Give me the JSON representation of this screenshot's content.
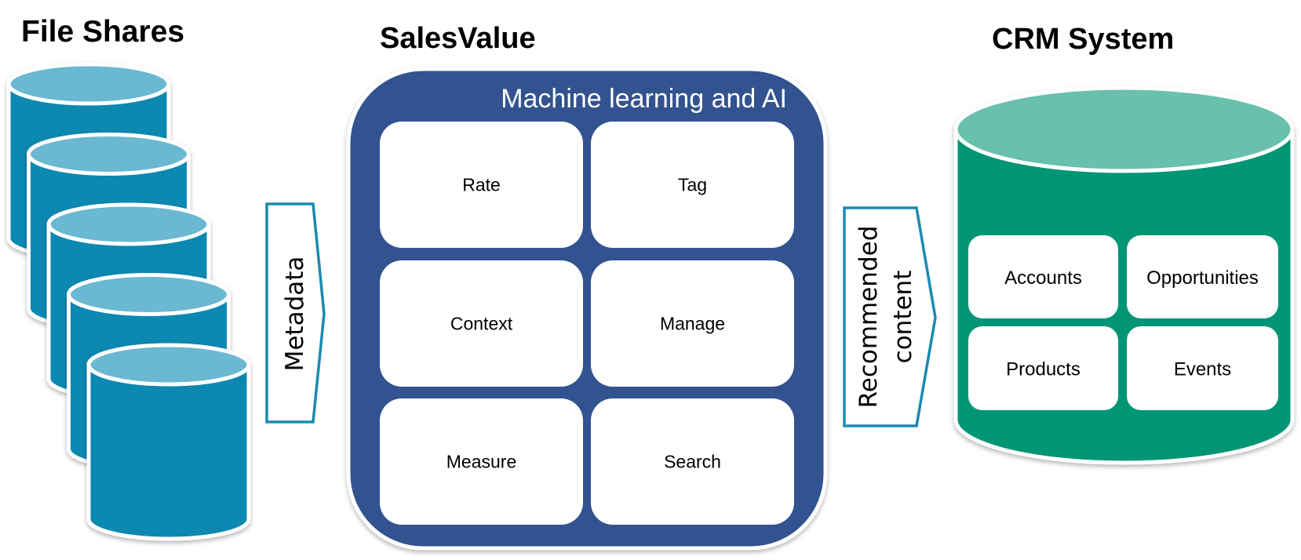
{
  "titles": {
    "file_shares": "File Shares",
    "sales_value": "SalesValue",
    "crm_system": "CRM System"
  },
  "file_shares": {
    "cylinder_count": 5,
    "colors": {
      "body": "#0a88b1",
      "top": "#6bb8d1"
    }
  },
  "arrows": {
    "metadata": "Metadata",
    "recommended": [
      "Recommended",
      "content"
    ],
    "stroke": "#1a8ab0"
  },
  "sales_value": {
    "header": "Machine learning and AI",
    "color": "#31538f",
    "modules": [
      "Rate",
      "Tag",
      "Context",
      "Manage",
      "Measure",
      "Search"
    ]
  },
  "crm": {
    "colors": {
      "body": "#049574",
      "top": "#68c0ad"
    },
    "entities": [
      "Accounts",
      "Opportunities",
      "Products",
      "Events"
    ]
  }
}
